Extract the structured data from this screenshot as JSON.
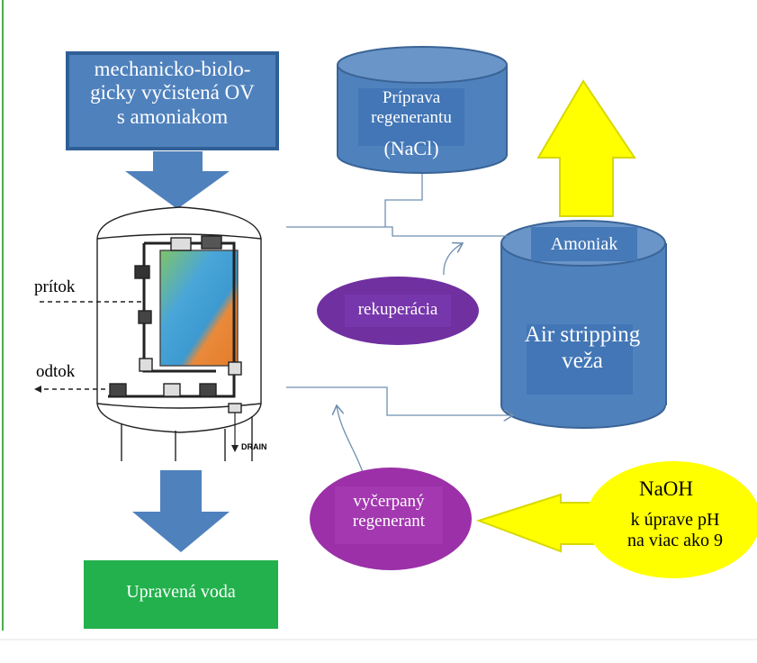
{
  "source_box": {
    "line1": "mechanicko-biolo-",
    "line2": "gicky vyčistená OV",
    "line3": "s amoniakom"
  },
  "regenerant_tank": {
    "line1": "Príprava",
    "line2": "regenerantu",
    "line3": "(NaCl)"
  },
  "stripping_tower": {
    "top_label": "Amoniak",
    "main_line1": "Air stripping",
    "main_line2": "veža"
  },
  "recovery_label": "rekuperácia",
  "spent_regenerant": {
    "line1": "vyčerpaný",
    "line2": "regenerant"
  },
  "naoh": {
    "line1": "NaOH",
    "line2": "k úprave pH",
    "line3": "na viac ako 9"
  },
  "vessel": {
    "inflow_label": "prítok",
    "outflow_label": "odtok",
    "drain_label": "DRAIN"
  },
  "result_box": "Upravená voda",
  "colors": {
    "blue_fill": "#4f81bd",
    "blue_dark": "#3a6496",
    "green": "#22b14c",
    "purple_dark": "#7030a0",
    "purple_light": "#9b30a8",
    "yellow": "#ffff00",
    "line": "#6f8fb0"
  }
}
